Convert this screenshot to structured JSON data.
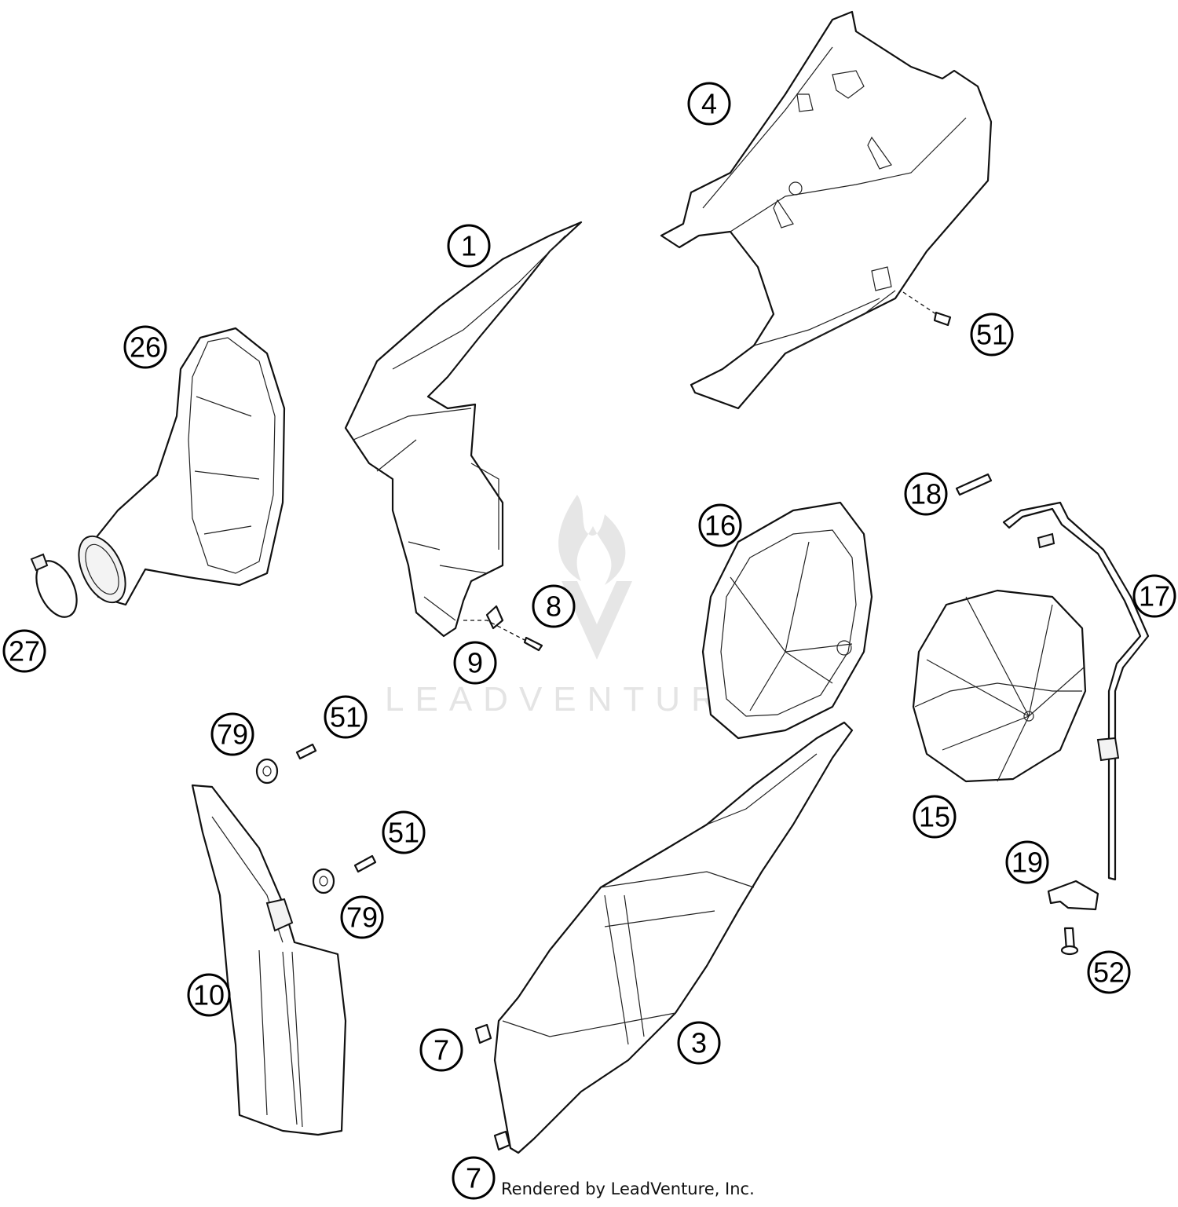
{
  "watermark": {
    "text": "LEADVENTURE"
  },
  "footer": {
    "credit": "Rendered by LeadVenture, Inc."
  },
  "callouts": {
    "c1": "1",
    "c4": "4",
    "c51a": "51",
    "c26": "26",
    "c27": "27",
    "c8": "8",
    "c9": "9",
    "c16": "16",
    "c18": "18",
    "c17": "17",
    "c15": "15",
    "c79a": "79",
    "c51b": "51",
    "c51c": "51",
    "c79b": "79",
    "c10": "10",
    "c19": "19",
    "c52": "52",
    "c7a": "7",
    "c3": "3",
    "c7b": "7"
  }
}
